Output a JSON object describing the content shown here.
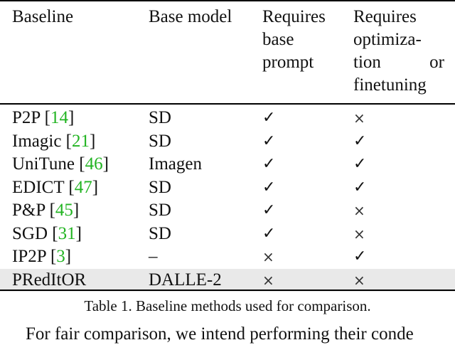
{
  "table": {
    "headers": {
      "baseline": "Baseline",
      "base_model": "Base model",
      "requires_prompt": [
        "Requires",
        "base",
        "prompt"
      ],
      "requires_opt": [
        "Requires",
        "optimiza-",
        "tion",
        "or",
        "finetuning"
      ]
    },
    "rows": [
      {
        "name": "P2P",
        "cite": "14",
        "model": "SD",
        "prompt": "✓",
        "opt": "×"
      },
      {
        "name": "Imagic",
        "cite": "21",
        "model": "SD",
        "prompt": "✓",
        "opt": "✓"
      },
      {
        "name": "UniTune",
        "cite": "46",
        "model": "Imagen",
        "prompt": "✓",
        "opt": "✓"
      },
      {
        "name": "EDICT",
        "cite": "47",
        "model": "SD",
        "prompt": "✓",
        "opt": "✓"
      },
      {
        "name": "P&P",
        "cite": "45",
        "model": "SD",
        "prompt": "✓",
        "opt": "×"
      },
      {
        "name": "SGD",
        "cite": "31",
        "model": "SD",
        "prompt": "✓",
        "opt": "×"
      },
      {
        "name": "IP2P",
        "cite": "3",
        "model": "–",
        "prompt": "×",
        "opt": "✓"
      },
      {
        "name": "PRedItOR",
        "cite": "",
        "model": "DALLE-2",
        "prompt": "×",
        "opt": "×"
      }
    ],
    "caption": "Table 1. Baseline methods used for comparison."
  },
  "body_text": "For fair comparison, we intend performing their conde"
}
